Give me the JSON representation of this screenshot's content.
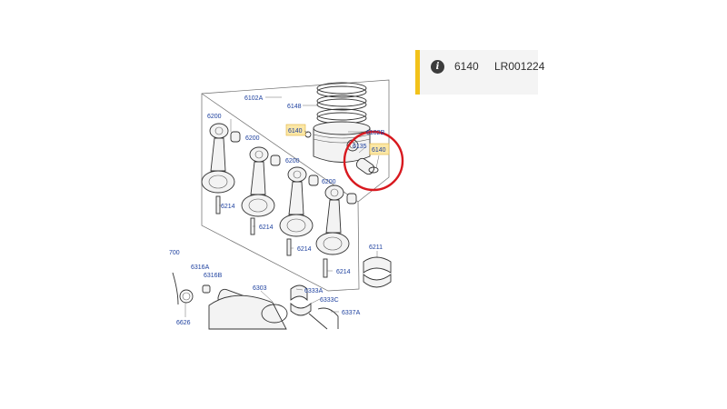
{
  "info_panel": {
    "icon": "info-icon",
    "code": "6140",
    "part_number": "LR001224",
    "accent_color": "#f2c21a"
  },
  "diagram": {
    "highlight_color": "#fbe7a6",
    "annotation_color": "#d8191f",
    "labels": {
      "a6102A": "6102A",
      "a6148": "6148",
      "a6140_left": "6140",
      "a6102B": "6102B",
      "a6135": "6135",
      "a6140_right": "6140",
      "a6200_1": "6200",
      "a6200_2": "6200",
      "a6200_3": "6200",
      "a6200_4": "6200",
      "a6214_1": "6214",
      "a6214_2": "6214",
      "a6214_3": "6214",
      "a6214_4": "6214",
      "a6211": "6211",
      "a6700": "700",
      "a6316A": "6316A",
      "a6316B": "6316B",
      "a6303": "6303",
      "a6333A": "6333A",
      "a6333C": "6333C",
      "a6337A": "6337A",
      "a6626": "6626"
    }
  }
}
